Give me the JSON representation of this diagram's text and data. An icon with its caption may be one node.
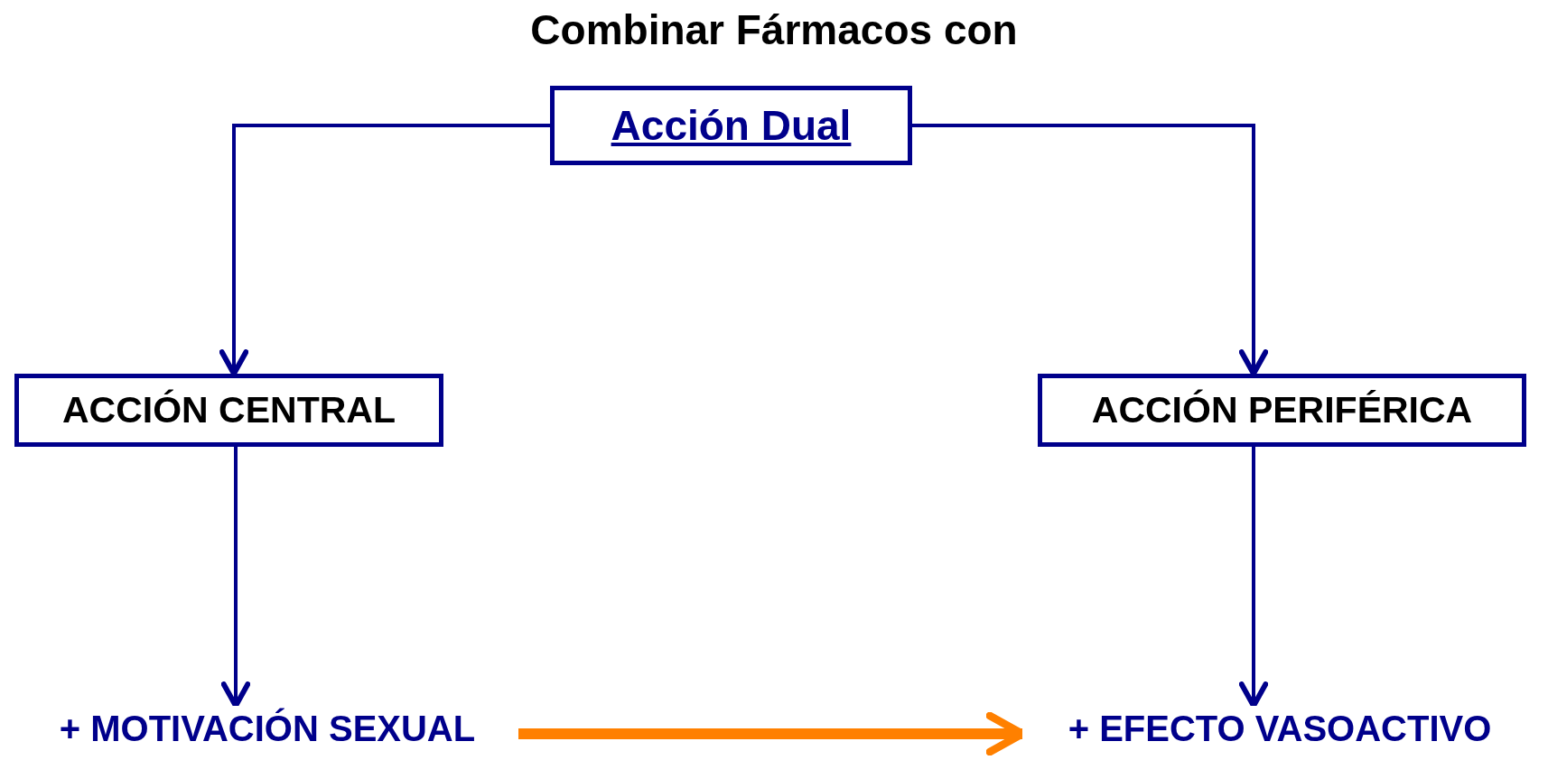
{
  "diagram": {
    "title": "Combinar Fármacos con",
    "nodes": [
      {
        "text": [
          "Acción Dual"
        ]
      },
      {
        "text": [
          "ACCIÓN CENTRAL"
        ]
      },
      {
        "text": [
          "ACCIÓN PERIFÉRICA"
        ]
      },
      {
        "text": [
          "+ MOTIVACIÓN SEXUAL"
        ]
      },
      {
        "text": [
          "+ EFECTO VASOACTIVO"
        ]
      }
    ],
    "edges": [
      {
        "from": 0,
        "to": 1,
        "arrow": "to"
      },
      {
        "from": 0,
        "to": 2,
        "arrow": "to"
      },
      {
        "from": 1,
        "to": 3,
        "arrow": "to"
      },
      {
        "from": 2,
        "to": 4,
        "arrow": "to"
      },
      {
        "from": 3,
        "to": 4,
        "arrow": "to",
        "style": "thick",
        "color": "#ff8000"
      }
    ]
  }
}
